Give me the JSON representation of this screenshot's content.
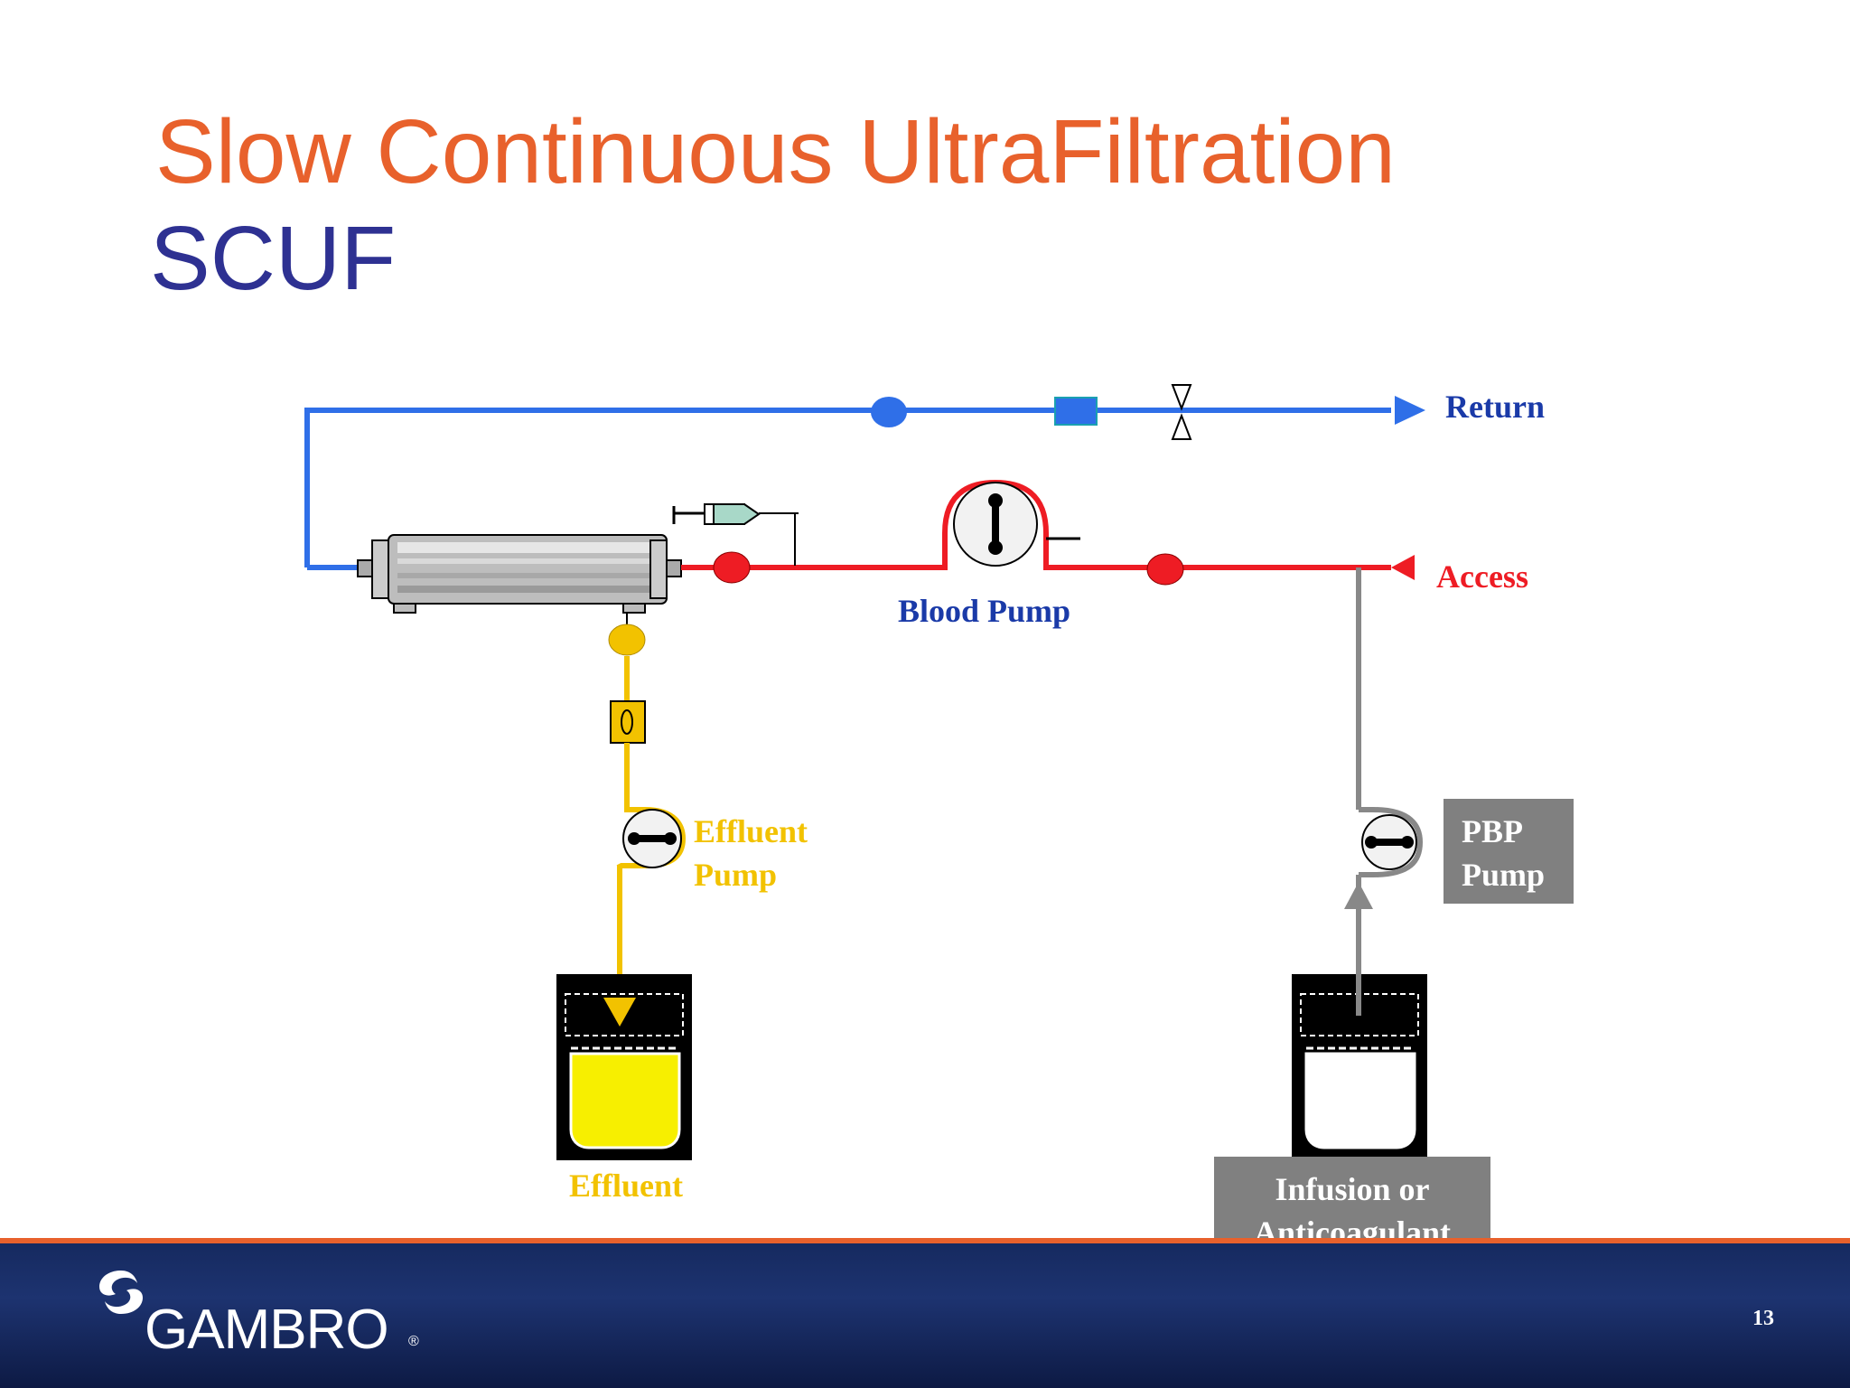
{
  "slide": {
    "title_line1": "Slow Continuous UltraFiltration",
    "title_line2": "SCUF",
    "page_number": "13"
  },
  "colors": {
    "title_orange": "#e8612c",
    "title_blue": "#2e3192",
    "return_line": "#2f6fe8",
    "access_line": "#ee1c24",
    "effluent_line": "#f2c200",
    "pbp_line": "#888888",
    "label_blue": "#1a3aa8",
    "footer_navy": "#15295e",
    "footer_accent": "#e8612c"
  },
  "labels": {
    "return": "Return",
    "access": "Access",
    "blood_pump": "Blood Pump",
    "effluent_pump_line1": "Effluent",
    "effluent_pump_line2": "Pump",
    "pbp_pump_line1": "PBP",
    "pbp_pump_line2": "Pump",
    "effluent": "Effluent",
    "infusion_line1": "Infusion or",
    "infusion_line2": "Anticoagulant"
  },
  "footer": {
    "brand": "GAMBRO",
    "registered_mark": "®",
    "logo_icon": "gambro-swirl-icon"
  }
}
